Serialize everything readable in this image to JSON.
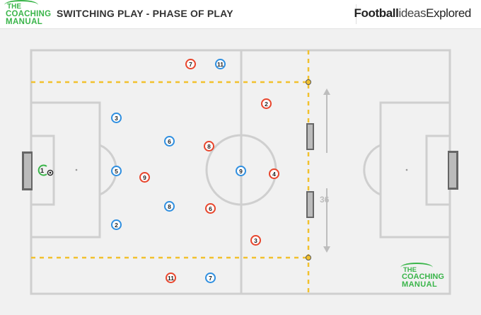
{
  "header": {
    "logo": {
      "line1": "THE",
      "line2": "COACHING",
      "line3": "MANUAL"
    },
    "title": "SWITCHING PLAY - PHASE OF PLAY",
    "brand": {
      "bold": "Football",
      "light": "ideas",
      "rest": "Explored"
    }
  },
  "pitch": {
    "distance_label": "36",
    "colors": {
      "red_team": "#e8452c",
      "blue_team": "#2f8fe0",
      "zone_lines": "#f2c12e",
      "pitch_lines": "#cfcfcf"
    }
  },
  "players": {
    "red": [
      "7",
      "2",
      "8",
      "9",
      "4",
      "6",
      "3",
      "11"
    ],
    "blue": [
      "11",
      "3",
      "6",
      "5",
      "9",
      "8",
      "2",
      "7"
    ],
    "goalkeeper": "1"
  },
  "footer_logo": {
    "line1": "THE",
    "line2": "COACHING",
    "line3": "MANUAL"
  }
}
